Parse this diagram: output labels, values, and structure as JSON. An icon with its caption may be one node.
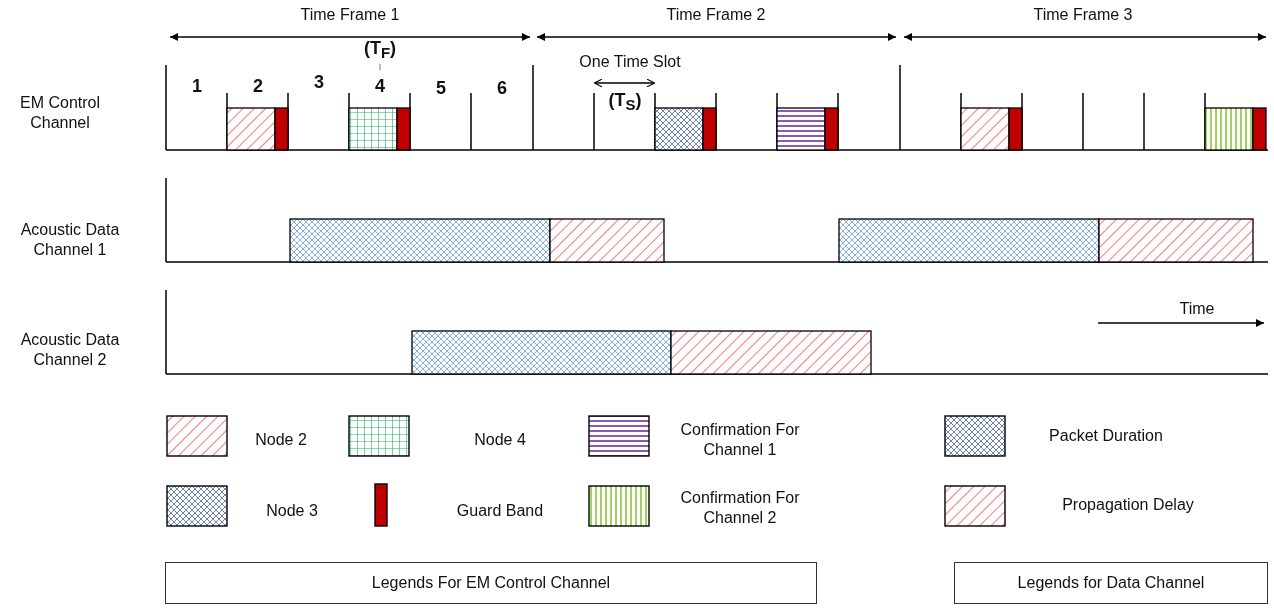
{
  "diagram": {
    "nodes": [
      {
        "text": [
          "Legends For EM Control Channel"
        ]
      },
      {
        "text": [
          "Legends for Data Channel"
        ]
      }
    ],
    "edges": [],
    "labels": [
      "Time Frame 1",
      "Time Frame 2",
      "Time Frame 3",
      "(T$_{F}$)",
      "1",
      "2",
      "3",
      "4",
      "5",
      "6",
      "EM Control Channel",
      "One Time Slot",
      "(T$_{S}$)",
      "Acoustic Data Channel 1",
      "Acoustic Data Channel 2",
      "Time"
    ],
    "legend": [
      {
        "text": "Node 2"
      },
      {
        "text": "Node 4"
      },
      {
        "text": "Confirmation For Channel 1"
      },
      {
        "text": "Packet Duration"
      },
      {
        "text": "Node 3"
      },
      {
        "text": "Guard Band",
        "color": "#c00000"
      },
      {
        "text": "Confirmation For Channel 2"
      },
      {
        "text": "Propagation Delay"
      }
    ]
  }
}
